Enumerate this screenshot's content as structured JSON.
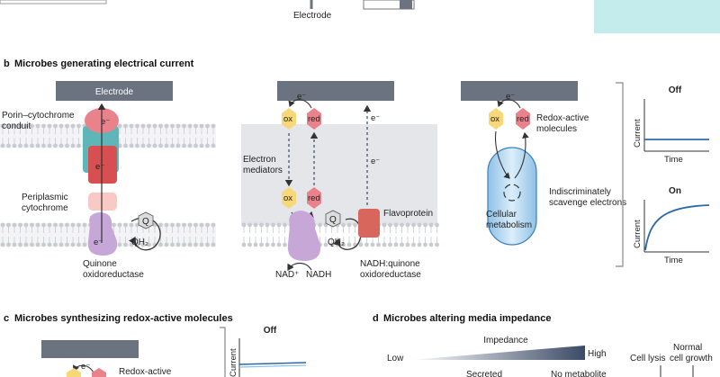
{
  "top": {
    "electrode_label": "Electrode"
  },
  "panel_b": {
    "title_letter": "b",
    "title": "Microbes generating electrical current",
    "electrode_label": "Electrode",
    "porin_label_1": "Porin–cytochrome",
    "porin_label_2": "conduit",
    "periplasmic_1": "Periplasmic",
    "periplasmic_2": "cytochrome",
    "quinone_1": "Quinone",
    "quinone_2": "oxidoreductase",
    "electron": "e⁻",
    "q": "Q",
    "qh2": "QH₂",
    "ox": "ox",
    "red": "red",
    "mediators_1": "Electron",
    "mediators_2": "mediators",
    "flavoprotein": "Flavoprotein",
    "nad_plus": "NAD⁺",
    "nadh": "NADH",
    "nadh_q_1": "NADH:quinone",
    "nadh_q_2": "oxidoreductase",
    "redox_1": "Redox-active",
    "redox_2": "molecules",
    "scavenge_1": "Indiscriminately",
    "scavenge_2": "scavenge electrons",
    "cellular_1": "Cellular",
    "cellular_2": "metabolism",
    "off": "Off",
    "on": "On",
    "current": "Current",
    "time": "Time"
  },
  "panel_c": {
    "title_letter": "c",
    "title": "Microbes synthesizing redox-active molecules",
    "redox_label": "Redox-active",
    "off": "Off",
    "current": "Current",
    "electron": "e⁻"
  },
  "panel_d": {
    "title_letter": "d",
    "title": "Microbes altering media impedance",
    "impedance": "Impedance",
    "low": "Low",
    "high": "High",
    "secreted": "Secreted",
    "no_metabolite": "No metabolite",
    "cell_lysis": "Cell lysis",
    "normal_1": "Normal",
    "normal_2": "cell growth"
  },
  "colors": {
    "electrode": "#6b7380",
    "membrane_band": "#e4e6ea",
    "ox": "#f7d878",
    "red": "#e9828a",
    "purple": "#c7a7d8",
    "cyan_accent": "#c5ecec",
    "curve": "#2a6aa8"
  }
}
